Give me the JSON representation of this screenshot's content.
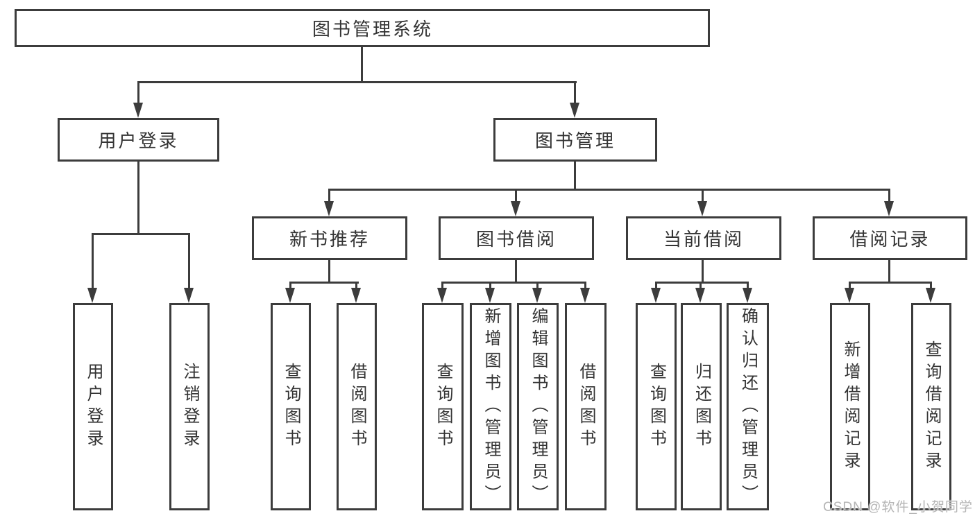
{
  "diagram": {
    "type": "functional-structure-tree",
    "background": "#ffffff",
    "line_color": "#3c3c3c",
    "text_color": "#333333",
    "nodes": {
      "root": {
        "label": "图书管理系统"
      },
      "user_login": {
        "label": "用户登录"
      },
      "book_mgmt": {
        "label": "图书管理"
      },
      "new_book": {
        "label": "新书推荐"
      },
      "book_borrow": {
        "label": "图书借阅"
      },
      "current_borrow": {
        "label": "当前借阅"
      },
      "borrow_record": {
        "label": "借阅记录"
      },
      "ul_login": {
        "label": "用户登录"
      },
      "ul_logout": {
        "label": "注销登录"
      },
      "nb_query": {
        "label": "查询图书"
      },
      "nb_borrow": {
        "label": "借阅图书"
      },
      "bb_query": {
        "label": "查询图书"
      },
      "bb_add": {
        "label": "新增图书（管理员）"
      },
      "bb_edit": {
        "label": "编辑图书（管理员）"
      },
      "bb_borrow": {
        "label": "借阅图书"
      },
      "cb_query": {
        "label": "查询图书"
      },
      "cb_return": {
        "label": "归还图书"
      },
      "cb_confirm": {
        "label": "确认归还（管理员）"
      },
      "br_add": {
        "label": "新增借阅记录"
      },
      "br_query": {
        "label": "查询借阅记录"
      }
    },
    "edges": [
      [
        "root",
        "user_login"
      ],
      [
        "root",
        "book_mgmt"
      ],
      [
        "user_login",
        "ul_login"
      ],
      [
        "user_login",
        "ul_logout"
      ],
      [
        "book_mgmt",
        "new_book"
      ],
      [
        "book_mgmt",
        "book_borrow"
      ],
      [
        "book_mgmt",
        "current_borrow"
      ],
      [
        "book_mgmt",
        "borrow_record"
      ],
      [
        "new_book",
        "nb_query"
      ],
      [
        "new_book",
        "nb_borrow"
      ],
      [
        "book_borrow",
        "bb_query"
      ],
      [
        "book_borrow",
        "bb_add"
      ],
      [
        "book_borrow",
        "bb_edit"
      ],
      [
        "book_borrow",
        "bb_borrow"
      ],
      [
        "current_borrow",
        "cb_query"
      ],
      [
        "current_borrow",
        "cb_return"
      ],
      [
        "current_borrow",
        "cb_confirm"
      ],
      [
        "borrow_record",
        "br_add"
      ],
      [
        "borrow_record",
        "br_query"
      ]
    ],
    "watermark": {
      "text": "CSDN @软件_小贺同学",
      "color": "#b5b5b5"
    }
  }
}
